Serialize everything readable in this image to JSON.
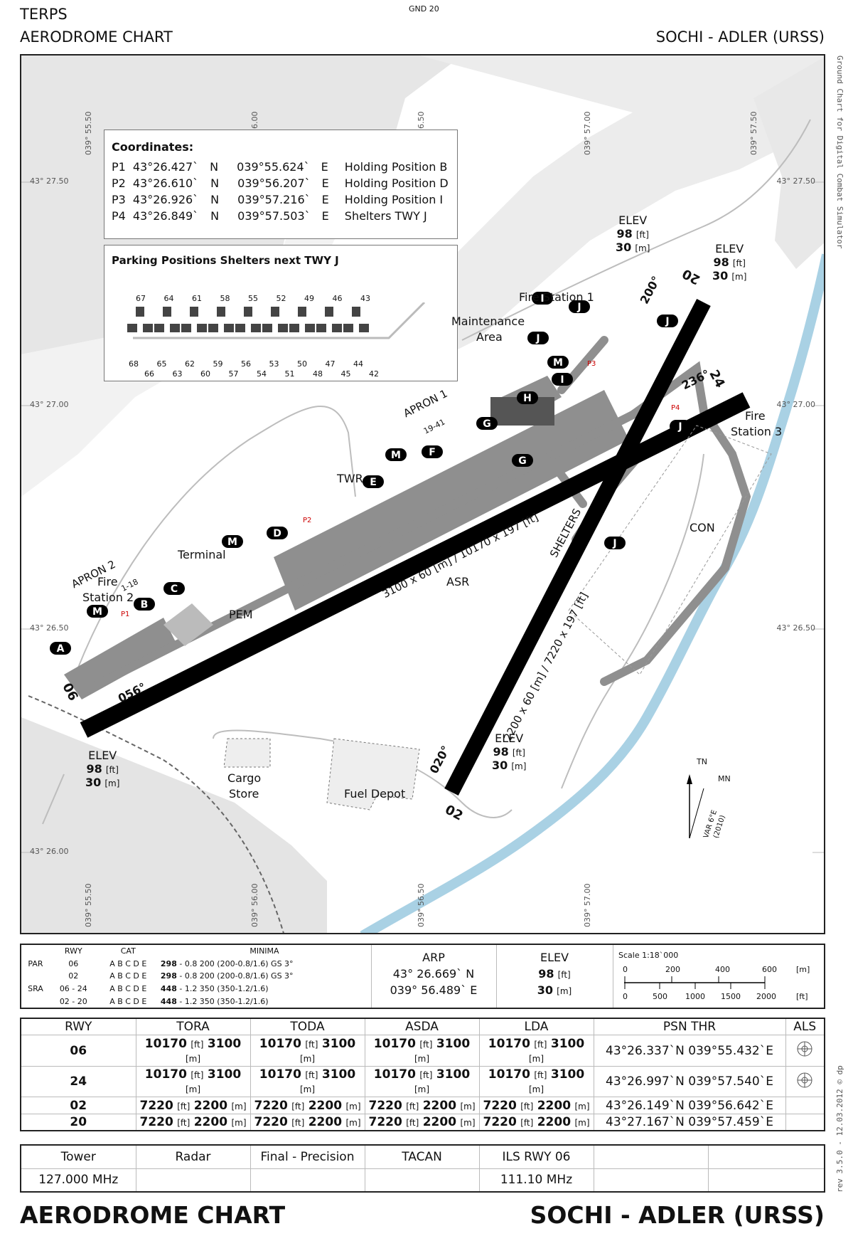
{
  "header": {
    "terps": "TERPS",
    "chart_title": "AERODROME CHART",
    "gnd_freq": "GND 20",
    "airport": "SOCHI - ADLER (URSS)",
    "side_note": "Ground Chart for Digital Combat Simulator",
    "revision": "rev 3.5.0  -  12.03.2012 © dp"
  },
  "grid": {
    "longitudes": [
      "039° 55.50",
      "039° 56.00",
      "039° 56.50",
      "039° 57.00",
      "039° 57.50"
    ],
    "latitudes": [
      "43° 27.50",
      "43° 27.00",
      "43° 26.50",
      "43° 26.00"
    ]
  },
  "coordinates_box": {
    "title": "Coordinates:",
    "rows": [
      {
        "id": "P1",
        "lat": "43°26.427`",
        "ns": "N",
        "lon": "039°55.624`",
        "ew": "E",
        "desc": "Holding Position B"
      },
      {
        "id": "P2",
        "lat": "43°26.610`",
        "ns": "N",
        "lon": "039°56.207`",
        "ew": "E",
        "desc": "Holding Position D"
      },
      {
        "id": "P3",
        "lat": "43°26.926`",
        "ns": "N",
        "lon": "039°57.216`",
        "ew": "E",
        "desc": "Holding Position I"
      },
      {
        "id": "P4",
        "lat": "43°26.849`",
        "ns": "N",
        "lon": "039°57.503`",
        "ew": "E",
        "desc": "Shelters TWY J"
      }
    ]
  },
  "parking_box": {
    "title": "Parking Positions Shelters next TWY J",
    "top_row": [
      "67",
      "64",
      "61",
      "58",
      "55",
      "52",
      "49",
      "46",
      "43"
    ],
    "bottom_row_a": [
      "68",
      "65",
      "62",
      "59",
      "56",
      "53",
      "50",
      "47",
      "44"
    ],
    "bottom_row_b": [
      "66",
      "63",
      "60",
      "57",
      "54",
      "51",
      "48",
      "45",
      "42"
    ]
  },
  "map_labels": {
    "apron1": "APRON 1",
    "apron1_stands": "19-41",
    "apron2": "APRON 2",
    "apron2_stands": "1-18",
    "twr": "TWR",
    "terminal": "Terminal",
    "fire2a": "Fire",
    "fire2b": "Station 2",
    "fire1": "Fire Station 1",
    "maint_a": "Maintenance",
    "maint_b": "Area",
    "fire3a": "Fire",
    "fire3b": "Station 3",
    "pem": "PEM",
    "asr": "ASR",
    "con": "CON",
    "shelters": "SHELTERS",
    "cargo_a": "Cargo",
    "cargo_b": "Store",
    "fuel": "Fuel Depot",
    "rwy_main_dims": "3100 x 60 [m] / 10170 x 197 [ft]",
    "rwy_cross_dims": "2200 x 60 [m] / 7220 x 197 [ft]",
    "rwy06": "06",
    "rwy24": "24",
    "rwy02": "02",
    "rwy20": "20",
    "hdg056": "056°",
    "hdg236": "236°",
    "hdg020": "020°",
    "hdg200": "200°",
    "p1": "P1",
    "p2": "P2",
    "p3": "P3",
    "p4": "P4",
    "elev": "ELEV",
    "elev_ft": "98",
    "ft": "[ft]",
    "elev_m": "30",
    "m": "[m]",
    "tn": "TN",
    "mn": "MN",
    "var": "VAR 6°E",
    "var_year": "(2010)"
  },
  "taxiways": [
    "A",
    "B",
    "C",
    "D",
    "E",
    "F",
    "G",
    "H",
    "I",
    "J",
    "M"
  ],
  "approach_table": {
    "headers": [
      "RWY",
      "CAT",
      "MINIMA"
    ],
    "rows": [
      {
        "type": "PAR",
        "rwy": "06",
        "cat": "A B C D E",
        "min_b": "298",
        "min": " - 0.8 200 (200-0.8/1.6) GS 3°"
      },
      {
        "type": "",
        "rwy": "02",
        "cat": "A B C D E",
        "min_b": "298",
        "min": " - 0.8 200 (200-0.8/1.6) GS 3°"
      },
      {
        "type": "SRA",
        "rwy": "06 - 24",
        "cat": "A B C D E",
        "min_b": "448",
        "min": " - 1.2 350 (350-1.2/1.6)"
      },
      {
        "type": "",
        "rwy": "02 - 20",
        "cat": "A B C D E",
        "min_b": "448",
        "min": " - 1.2 350 (350-1.2/1.6)"
      }
    ],
    "arp_label": "ARP",
    "arp_lat": "43° 26.669`  N",
    "arp_lon": "039° 56.489`  E",
    "elev_label": "ELEV",
    "elev_ft": "98",
    "elev_ft_unit": "[ft]",
    "elev_m": "30",
    "elev_m_unit": "[m]",
    "scale_title": "Scale 1:18`000",
    "scale_m": [
      "0",
      "200",
      "400",
      "600",
      "[m]"
    ],
    "scale_ft": [
      "0",
      "500",
      "1000",
      "1500",
      "2000",
      "[ft]"
    ]
  },
  "runway_table": {
    "headers": [
      "RWY",
      "TORA",
      "TODA",
      "ASDA",
      "LDA",
      "PSN THR",
      "ALS"
    ],
    "unit_ft": "[ft]",
    "unit_m": "[m]",
    "rows": [
      {
        "rwy": "06",
        "ft": "10170",
        "m": "3100",
        "psn": "43°26.337`N   039°55.432`E",
        "als": true
      },
      {
        "rwy": "24",
        "ft": "10170",
        "m": "3100",
        "psn": "43°26.997`N   039°57.540`E",
        "als": true
      },
      {
        "rwy": "02",
        "ft": "7220",
        "m": "2200",
        "psn": "43°26.149`N   039°56.642`E",
        "als": false
      },
      {
        "rwy": "20",
        "ft": "7220",
        "m": "2200",
        "psn": "43°27.167`N   039°57.459`E",
        "als": false
      }
    ]
  },
  "freq_table": {
    "headers": [
      "Tower",
      "Radar",
      "Final - Precision",
      "TACAN",
      "ILS RWY 06",
      "",
      ""
    ],
    "values": [
      "127.000 MHz",
      "",
      "",
      "",
      "111.10 MHz",
      "",
      ""
    ]
  },
  "footer": {
    "left": "AERODROME CHART",
    "right": "SOCHI - ADLER (URSS)"
  }
}
